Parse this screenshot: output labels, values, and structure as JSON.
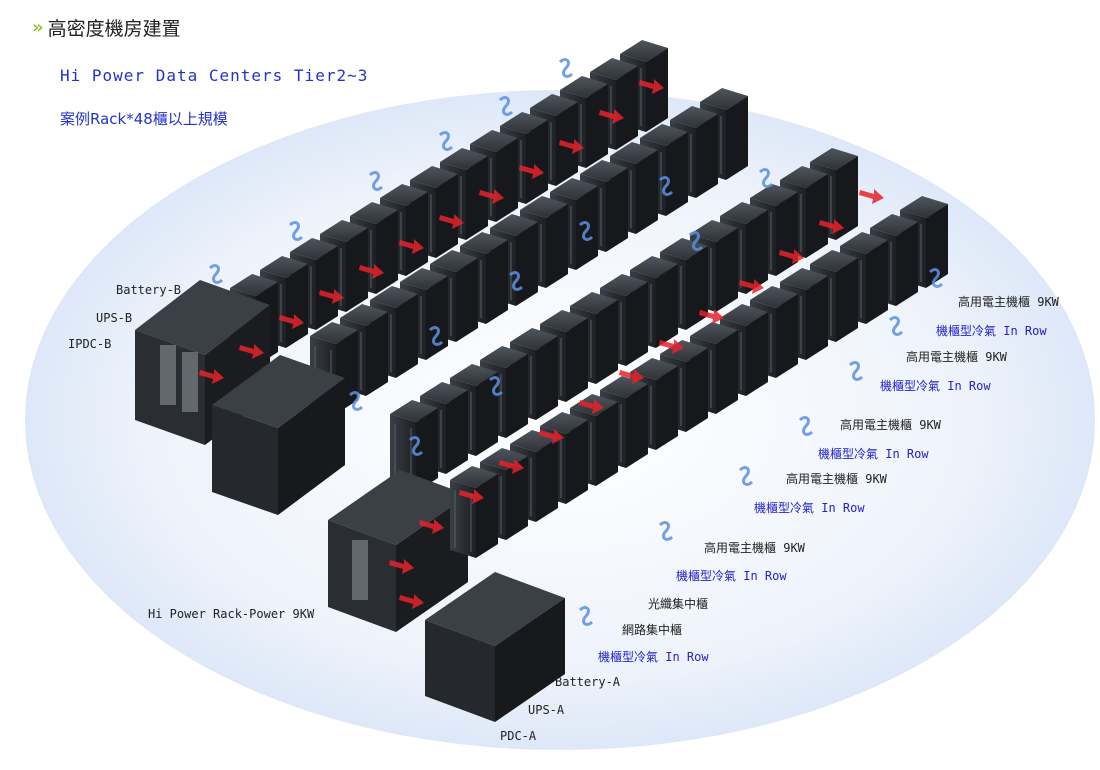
{
  "header": {
    "title": "高密度機房建置"
  },
  "subtitle": {
    "line1": "Hi Power Data Centers Tier2~3",
    "line2": "案例Rack*48櫃以上規模"
  },
  "labels": {
    "battery_b": "Battery-B",
    "ups_b": "UPS-B",
    "pdc_b": "IPDC-B",
    "rack_power": "Hi Power Rack-Power 9KW",
    "host_rack": "高用電主機櫃 9KW",
    "inrow": "機櫃型冷氣 In Row",
    "fiber": "光纖集中櫃",
    "network": "網路集中櫃",
    "battery_a": "Battery-A",
    "ups_a": "UPS-A",
    "pdc_a": "PDC-A"
  },
  "colors": {
    "hot_air": "#e8222a",
    "cool_air": "#5b8fe0",
    "rack": "#2b2f34",
    "floor": "#dfe9f8"
  }
}
